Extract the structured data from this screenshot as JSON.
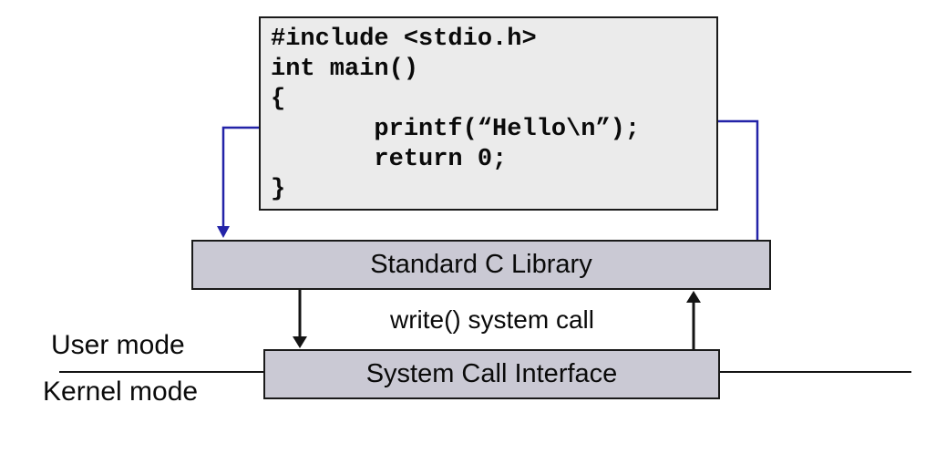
{
  "diagram": {
    "code": {
      "lines": [
        "#include <stdio.h>",
        "int main()",
        "{",
        "       printf(“Hello\\n”);",
        "       return 0;",
        "}"
      ]
    },
    "library_box": {
      "label": "Standard C Library"
    },
    "syscall_box": {
      "label": "System Call Interface"
    },
    "syscall_label": "write() system call",
    "user_mode_label": "User mode",
    "kernel_mode_label": "Kernel mode",
    "colors": {
      "arrow_blue": "#2323A8",
      "line_black": "#141414",
      "box_fill": "#CAC9D4",
      "code_fill": "#EBEBEB",
      "border_black": "#1a1a1a"
    }
  }
}
